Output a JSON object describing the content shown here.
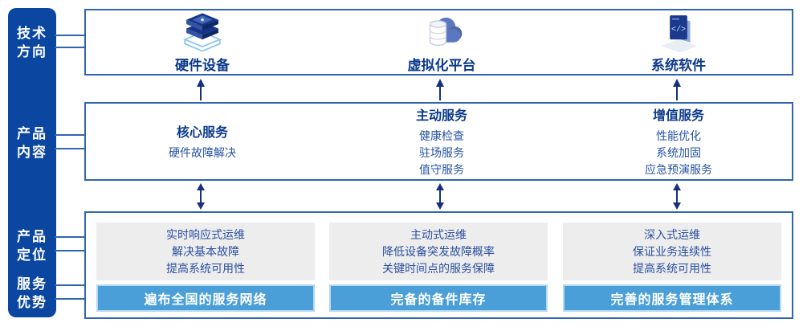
{
  "colors": {
    "sidebar_blue": "#0b47a0",
    "box_border_blue": "#2f66ae",
    "title_navy": "#0c3a8d",
    "body_navy": "#2553a5",
    "arrow_navy": "#16307f",
    "panel_gray": "#ededee",
    "bar_blue": "#4a9fd8",
    "bar_border_light": "#b5d9f0"
  },
  "sidebar": {
    "labels": [
      {
        "id": "tech-direction",
        "text": "技术\n方向"
      },
      {
        "id": "product-content",
        "text": "产品\n内容"
      },
      {
        "id": "product-positioning",
        "text": "产品\n定位"
      },
      {
        "id": "service-advantage",
        "text": "服务\n优势"
      }
    ]
  },
  "tech_directions": {
    "items": [
      {
        "icon": "server-stack-icon",
        "label": "硬件设备"
      },
      {
        "icon": "cloud-database-icon",
        "label": "虚拟化平台"
      },
      {
        "icon": "code-window-icon",
        "label": "系统软件"
      }
    ]
  },
  "product_content": {
    "columns": [
      {
        "title": "核心服务",
        "items": [
          "硬件故障解决"
        ]
      },
      {
        "title": "主动服务",
        "items": [
          "健康检查",
          "驻场服务",
          "值守服务"
        ]
      },
      {
        "title": "增值服务",
        "items": [
          "性能优化",
          "系统加固",
          "应急预演服务"
        ]
      }
    ]
  },
  "product_positioning": {
    "columns": [
      {
        "lines": [
          "实时响应式运维",
          "解决基本故障",
          "提高系统可用性"
        ],
        "advantage": "遍布全国的服务网络"
      },
      {
        "lines": [
          "主动式运维",
          "降低设备突发故障概率",
          "关键时间点的服务保障"
        ],
        "advantage": "完备的备件库存"
      },
      {
        "lines": [
          "深入式运维",
          "保证业务连续性",
          "提高系统可用性"
        ],
        "advantage": "完善的服务管理体系"
      }
    ]
  }
}
